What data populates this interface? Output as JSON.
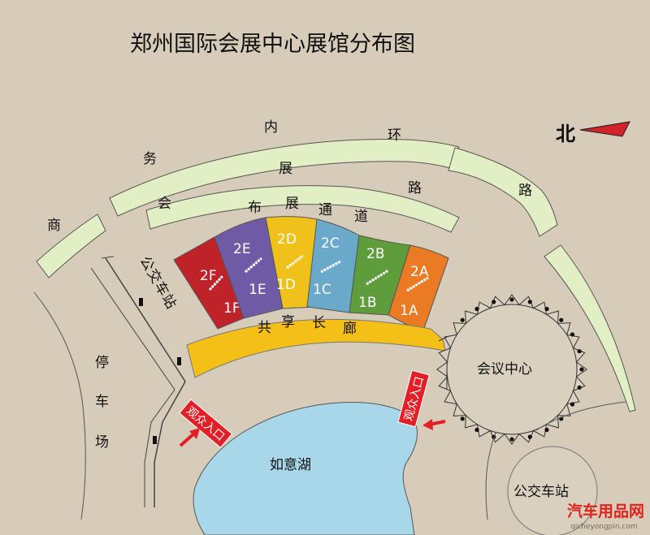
{
  "title": "郑州国际会展中心展馆分布图",
  "north": "北",
  "road_chars": {
    "shang": "商",
    "wu": "务",
    "nei": "内",
    "huan": "环",
    "lu1": "路",
    "lu2": "路",
    "hui": "会",
    "zhan": "展"
  },
  "channel_chars": [
    "布",
    "展",
    "通",
    "道"
  ],
  "halls": [
    {
      "top": "2F",
      "bottom": "1F",
      "color": "#c0222a"
    },
    {
      "top": "2E",
      "bottom": "1E",
      "color": "#6e5aa5"
    },
    {
      "top": "2D",
      "bottom": "1D",
      "color": "#efc11a"
    },
    {
      "top": "2C",
      "bottom": "1C",
      "color": "#6aa9c9"
    },
    {
      "top": "2B",
      "bottom": "1B",
      "color": "#5f9c3b"
    },
    {
      "top": "2A",
      "bottom": "1A",
      "color": "#ea7a23"
    }
  ],
  "corridor_chars": [
    "共",
    "享",
    "长",
    "廊"
  ],
  "bus_stop_left": [
    "公",
    "交",
    "车",
    "站"
  ],
  "parking_chars": [
    "停",
    "车",
    "场"
  ],
  "entrance": "观众入口",
  "lake": "如意湖",
  "conference": "会议中心",
  "bus_stop_right": "公交车站",
  "watermark": {
    "cn": "汽车用品网",
    "url": "qicheyongpin.com"
  },
  "colors": {
    "background": "#d7ccb9",
    "road": "#e2efc4",
    "corridor": "#f4c018",
    "lake": "#a9d7ea",
    "entrance": "#e41e26",
    "conference": "#d9d0bf"
  }
}
